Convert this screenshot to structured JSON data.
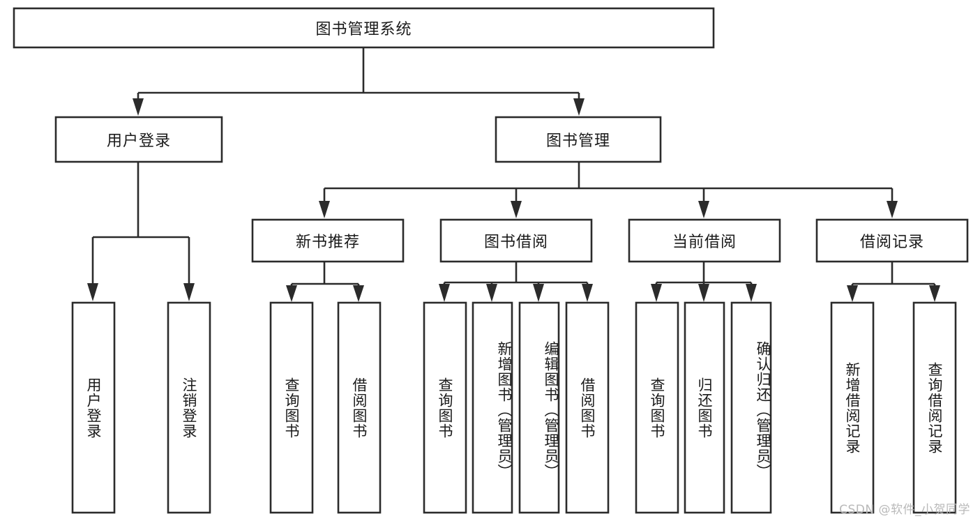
{
  "diagram": {
    "type": "tree",
    "title": "图书管理系统",
    "watermark": "CSDN @软件_小贺同学",
    "colors": {
      "background": "#ffffff",
      "box_stroke": "#2b2b2b",
      "box_fill": "#ffffff",
      "text": "#1a1a1a",
      "watermark": "#b9b9b9"
    },
    "nodes": {
      "root": {
        "label": "图书管理系统",
        "orientation": "horizontal"
      },
      "level2": [
        {
          "label": "用户登录",
          "orientation": "horizontal"
        },
        {
          "label": "图书管理",
          "orientation": "horizontal"
        }
      ],
      "level3": [
        {
          "label": "新书推荐",
          "orientation": "horizontal"
        },
        {
          "label": "图书借阅",
          "orientation": "horizontal"
        },
        {
          "label": "当前借阅",
          "orientation": "horizontal"
        },
        {
          "label": "借阅记录",
          "orientation": "horizontal"
        }
      ],
      "leaves_user_login": [
        {
          "label": "用户登录",
          "orientation": "vertical"
        },
        {
          "label": "注销登录",
          "orientation": "vertical"
        }
      ],
      "leaves_new_book": [
        {
          "label": "查询图书",
          "orientation": "vertical"
        },
        {
          "label": "借阅图书",
          "orientation": "vertical"
        }
      ],
      "leaves_borrow_book": [
        {
          "label": "查询图书",
          "orientation": "vertical"
        },
        {
          "label": "新增图书（管理员）",
          "orientation": "vertical"
        },
        {
          "label": "编辑图书（管理员）",
          "orientation": "vertical"
        },
        {
          "label": "借阅图书",
          "orientation": "vertical"
        }
      ],
      "leaves_current_borrow": [
        {
          "label": "查询图书",
          "orientation": "vertical"
        },
        {
          "label": "归还图书",
          "orientation": "vertical"
        },
        {
          "label": "确认归还（管理员）",
          "orientation": "vertical"
        }
      ],
      "leaves_borrow_record": [
        {
          "label": "新增借阅记录",
          "orientation": "vertical"
        },
        {
          "label": "查询借阅记录",
          "orientation": "vertical"
        }
      ]
    }
  }
}
